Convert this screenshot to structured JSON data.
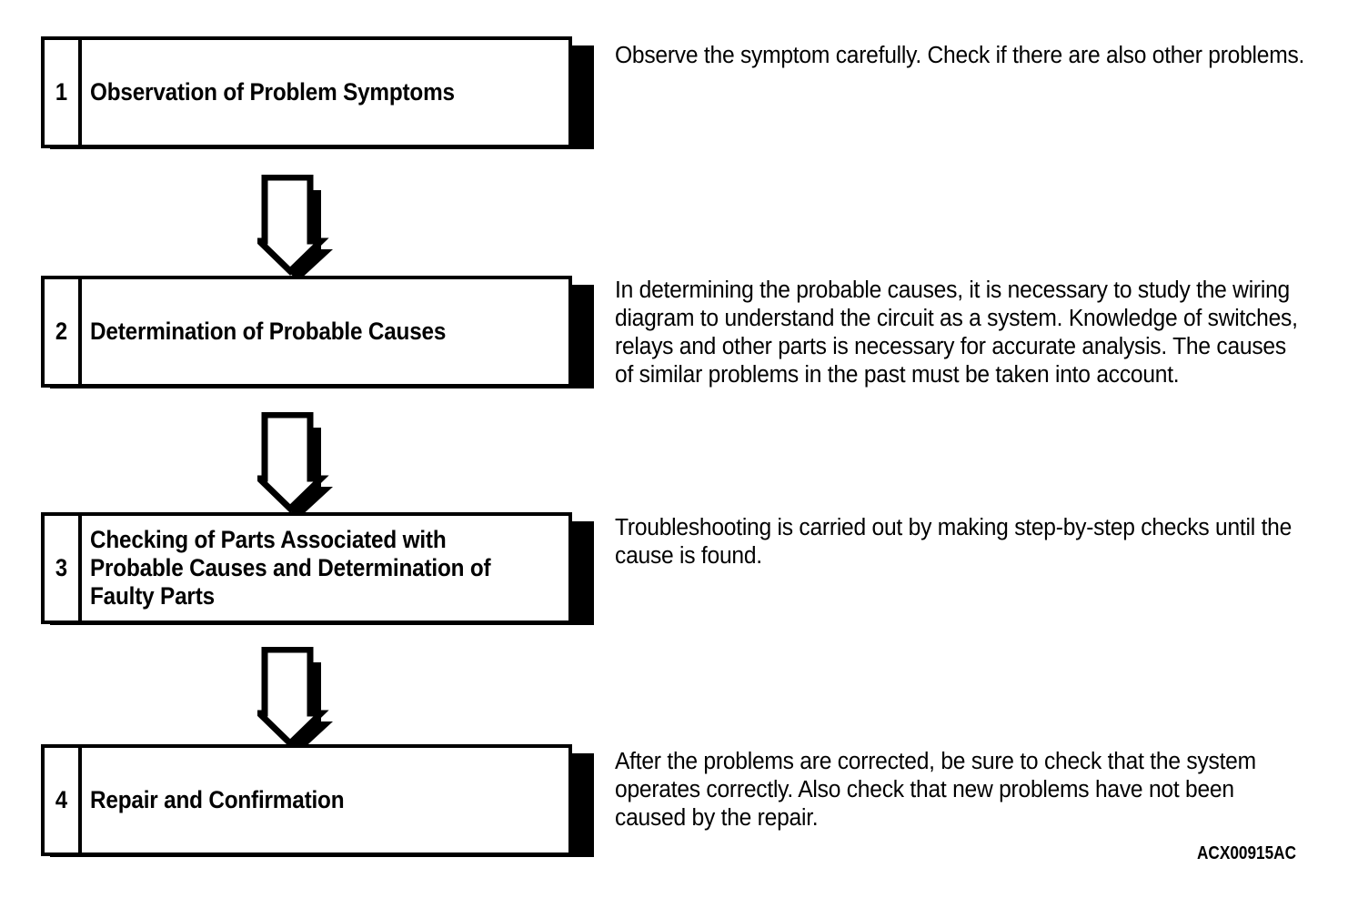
{
  "figure": {
    "type": "flowchart",
    "orientation": "vertical",
    "reference_code": "ACX00915AC",
    "colors": {
      "background": "#ffffff",
      "ink": "#000000",
      "shadow": "#000000"
    }
  },
  "steps": [
    {
      "number": "1",
      "title": "Observation of Problem Symptoms",
      "description": "Observe the symptom carefully. Check if there are also other problems."
    },
    {
      "number": "2",
      "title": "Determination of Probable Causes",
      "description": "In determining the probable causes, it is necessary to study the wiring diagram to understand the circuit as a system. Knowledge of switches, relays and other parts is necessary for accurate analysis. The causes of similar problems in the past must be taken into account."
    },
    {
      "number": "3",
      "title": "Checking of Parts Associated with Probable Causes and Determination of Faulty Parts",
      "description": "Troubleshooting is carried out by making step-by-step checks until the cause is found."
    },
    {
      "number": "4",
      "title": "Repair and Confirmation",
      "description": "After the problems are corrected, be sure to check that the system operates correctly. Also check that new problems have not been caused by the repair."
    }
  ],
  "connectors": [
    {
      "name": "arrow-step-1-to-2",
      "icon": "down-arrow-icon",
      "from": "1",
      "to": "2"
    },
    {
      "name": "arrow-step-2-to-3",
      "icon": "down-arrow-icon",
      "from": "2",
      "to": "3"
    },
    {
      "name": "arrow-step-3-to-4",
      "icon": "down-arrow-icon",
      "from": "3",
      "to": "4"
    }
  ]
}
